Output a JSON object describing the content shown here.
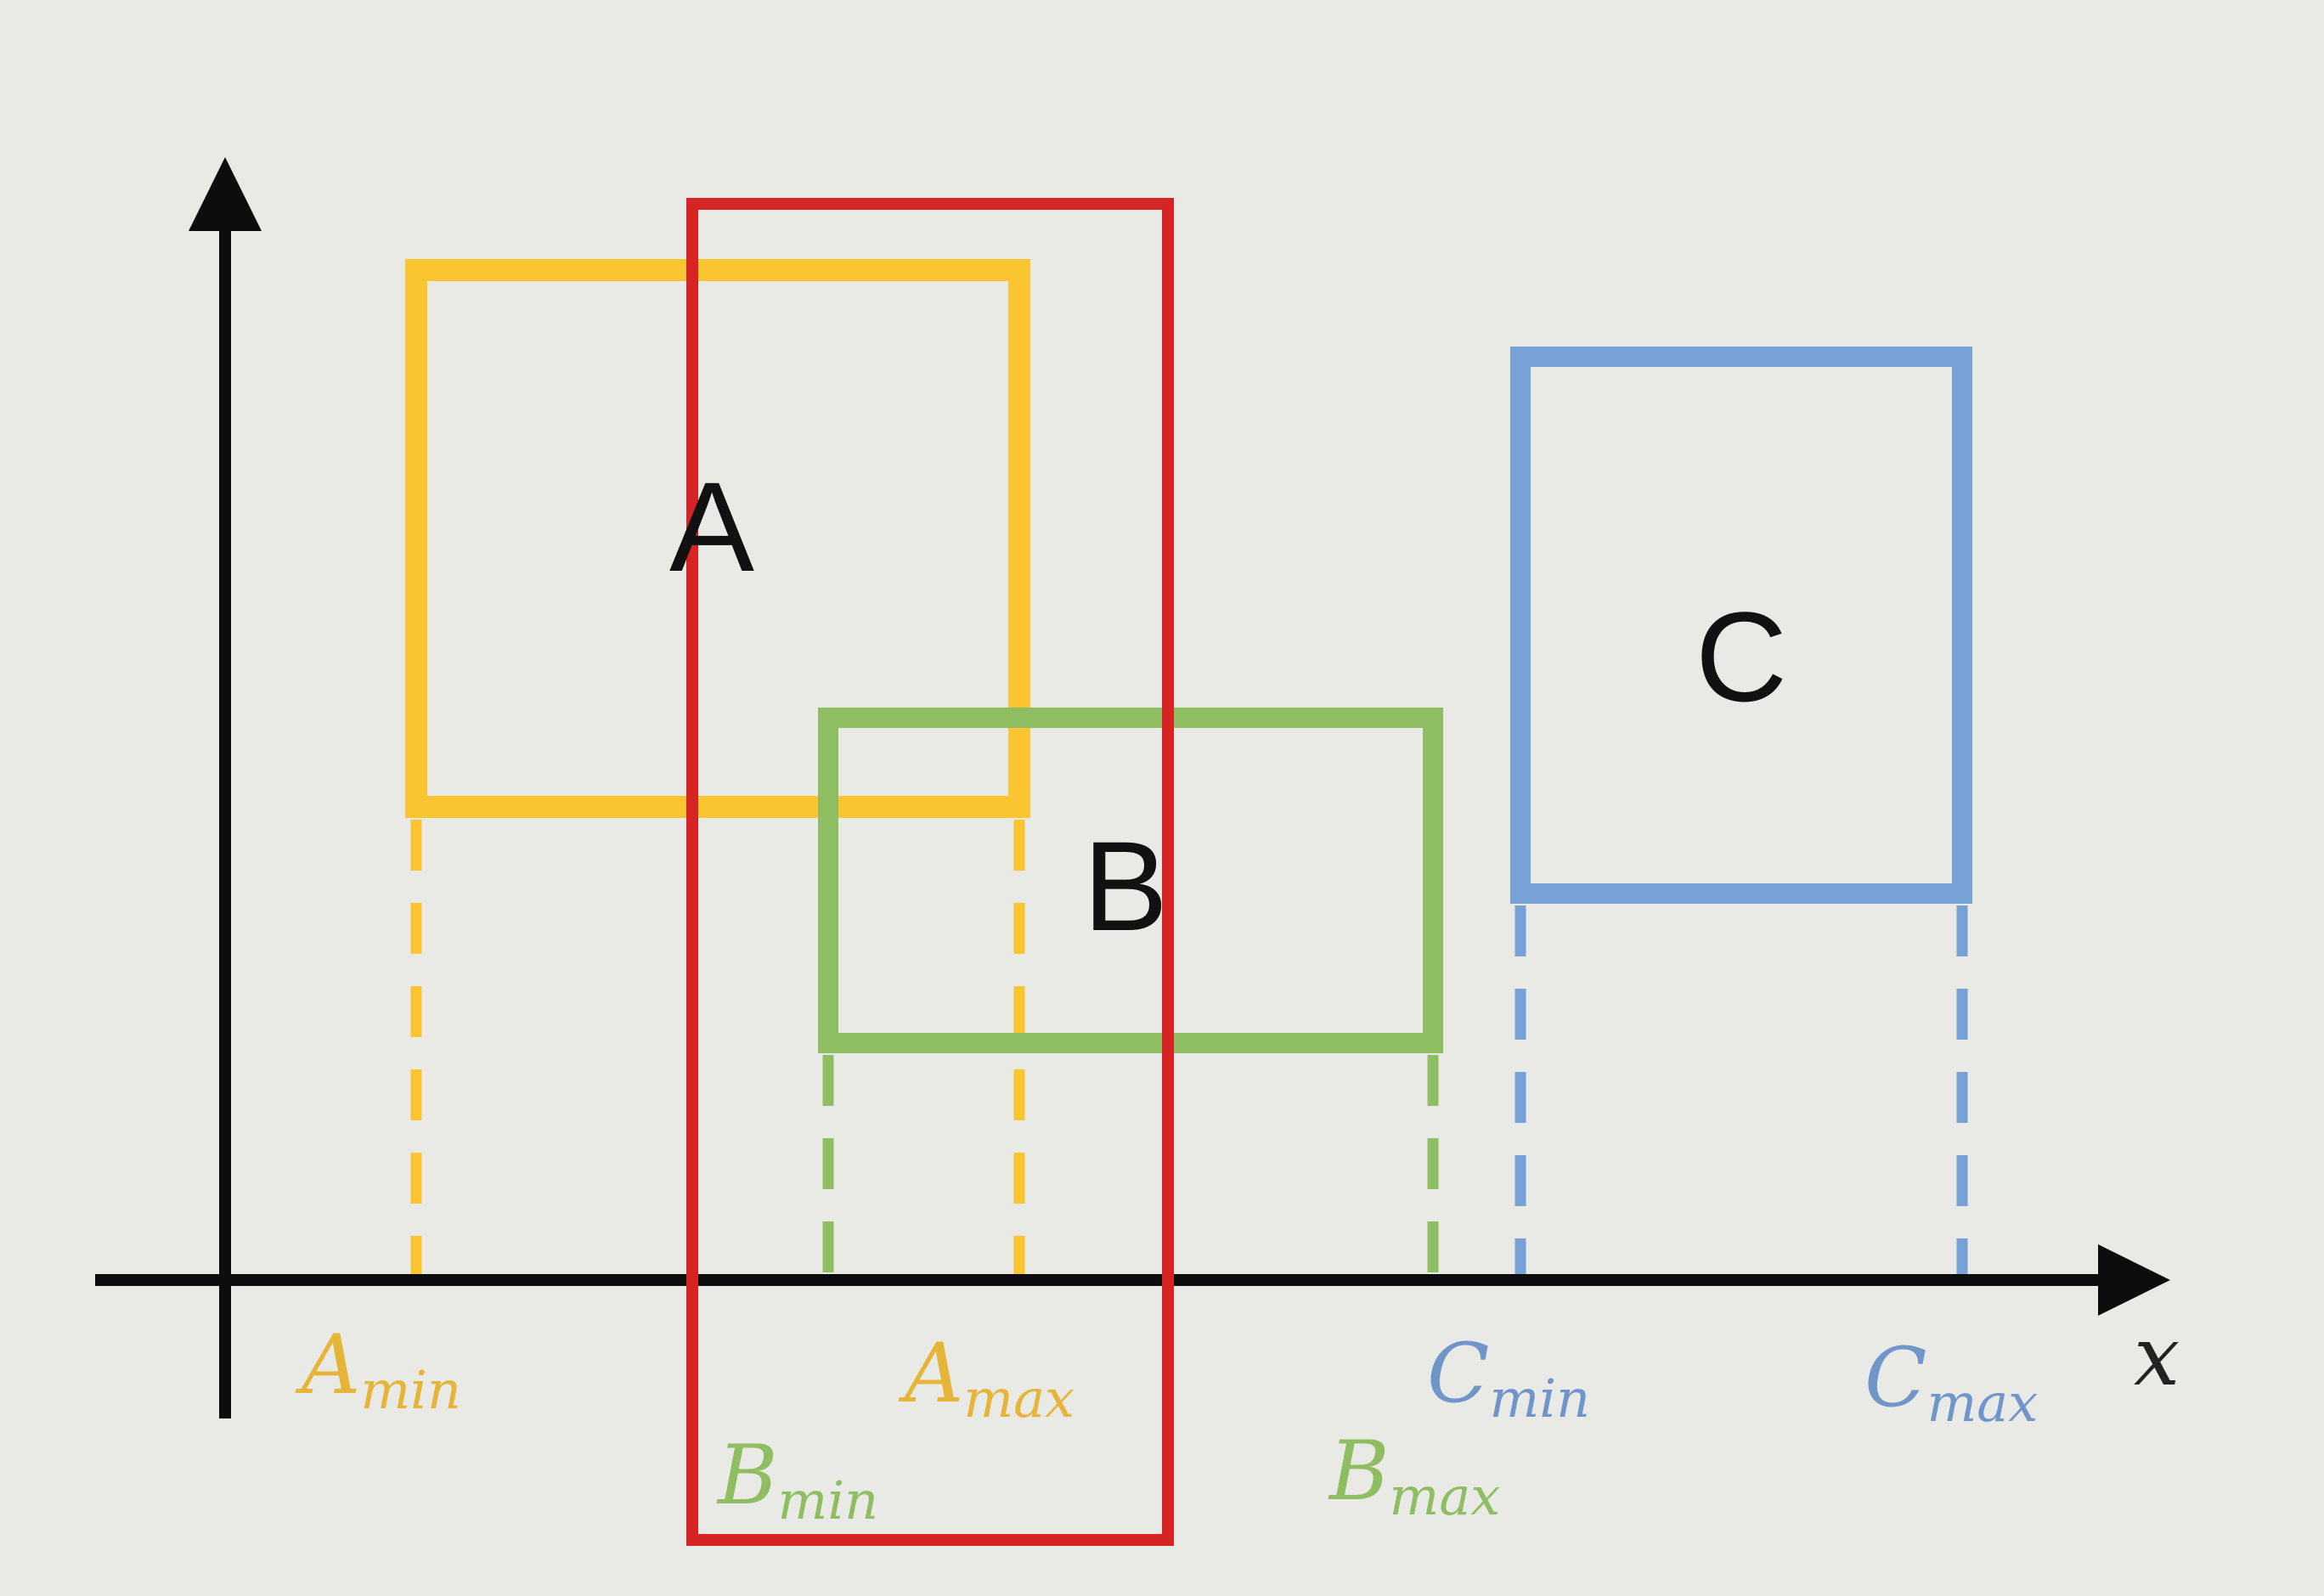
{
  "colors": {
    "background": "#e9eae5",
    "axis": "#0d0d0d",
    "box_a": "#fbc531",
    "box_b": "#8fbe62",
    "box_c": "#77a2d8",
    "sweep": "#d62424"
  },
  "boxes": {
    "a": {
      "letter": "A"
    },
    "b": {
      "letter": "B"
    },
    "c": {
      "letter": "C"
    }
  },
  "labels": {
    "a_min": {
      "main": "A",
      "sub": "min"
    },
    "a_max": {
      "main": "A",
      "sub": "max"
    },
    "b_min": {
      "main": "B",
      "sub": "min"
    },
    "b_max": {
      "main": "B",
      "sub": "max"
    },
    "c_min": {
      "main": "C",
      "sub": "min"
    },
    "c_max": {
      "main": "C",
      "sub": "max"
    },
    "x_axis": "x"
  },
  "icons": {
    "x_arrow": "arrow-right-icon",
    "y_arrow": "arrow-up-icon"
  }
}
